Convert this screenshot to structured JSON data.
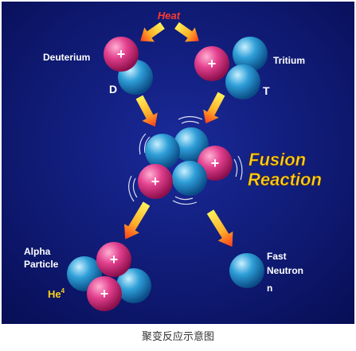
{
  "diagram": {
    "heat_label": "Heat",
    "deuterium_label": "Deuterium",
    "deuterium_symbol": "D",
    "tritium_label": "Tritium",
    "tritium_symbol": "T",
    "fusion_line1": "Fusion",
    "fusion_line2": "Reaction",
    "alpha_line1": "Alpha",
    "alpha_line2": "Particle",
    "helium_symbol": "He",
    "helium_superscript": "4",
    "neutron_line1": "Fast",
    "neutron_line2": "Neutron",
    "neutron_symbol": "n"
  },
  "caption": "聚变反应示意图",
  "colors": {
    "background": "#0b1468",
    "proton": "#e3418f",
    "neutron": "#2f9fd8",
    "heat": "#ff3b2f",
    "fusion_text": "#ffd21a",
    "arrow_start": "#fff15a",
    "arrow_end": "#ff3a1a"
  }
}
